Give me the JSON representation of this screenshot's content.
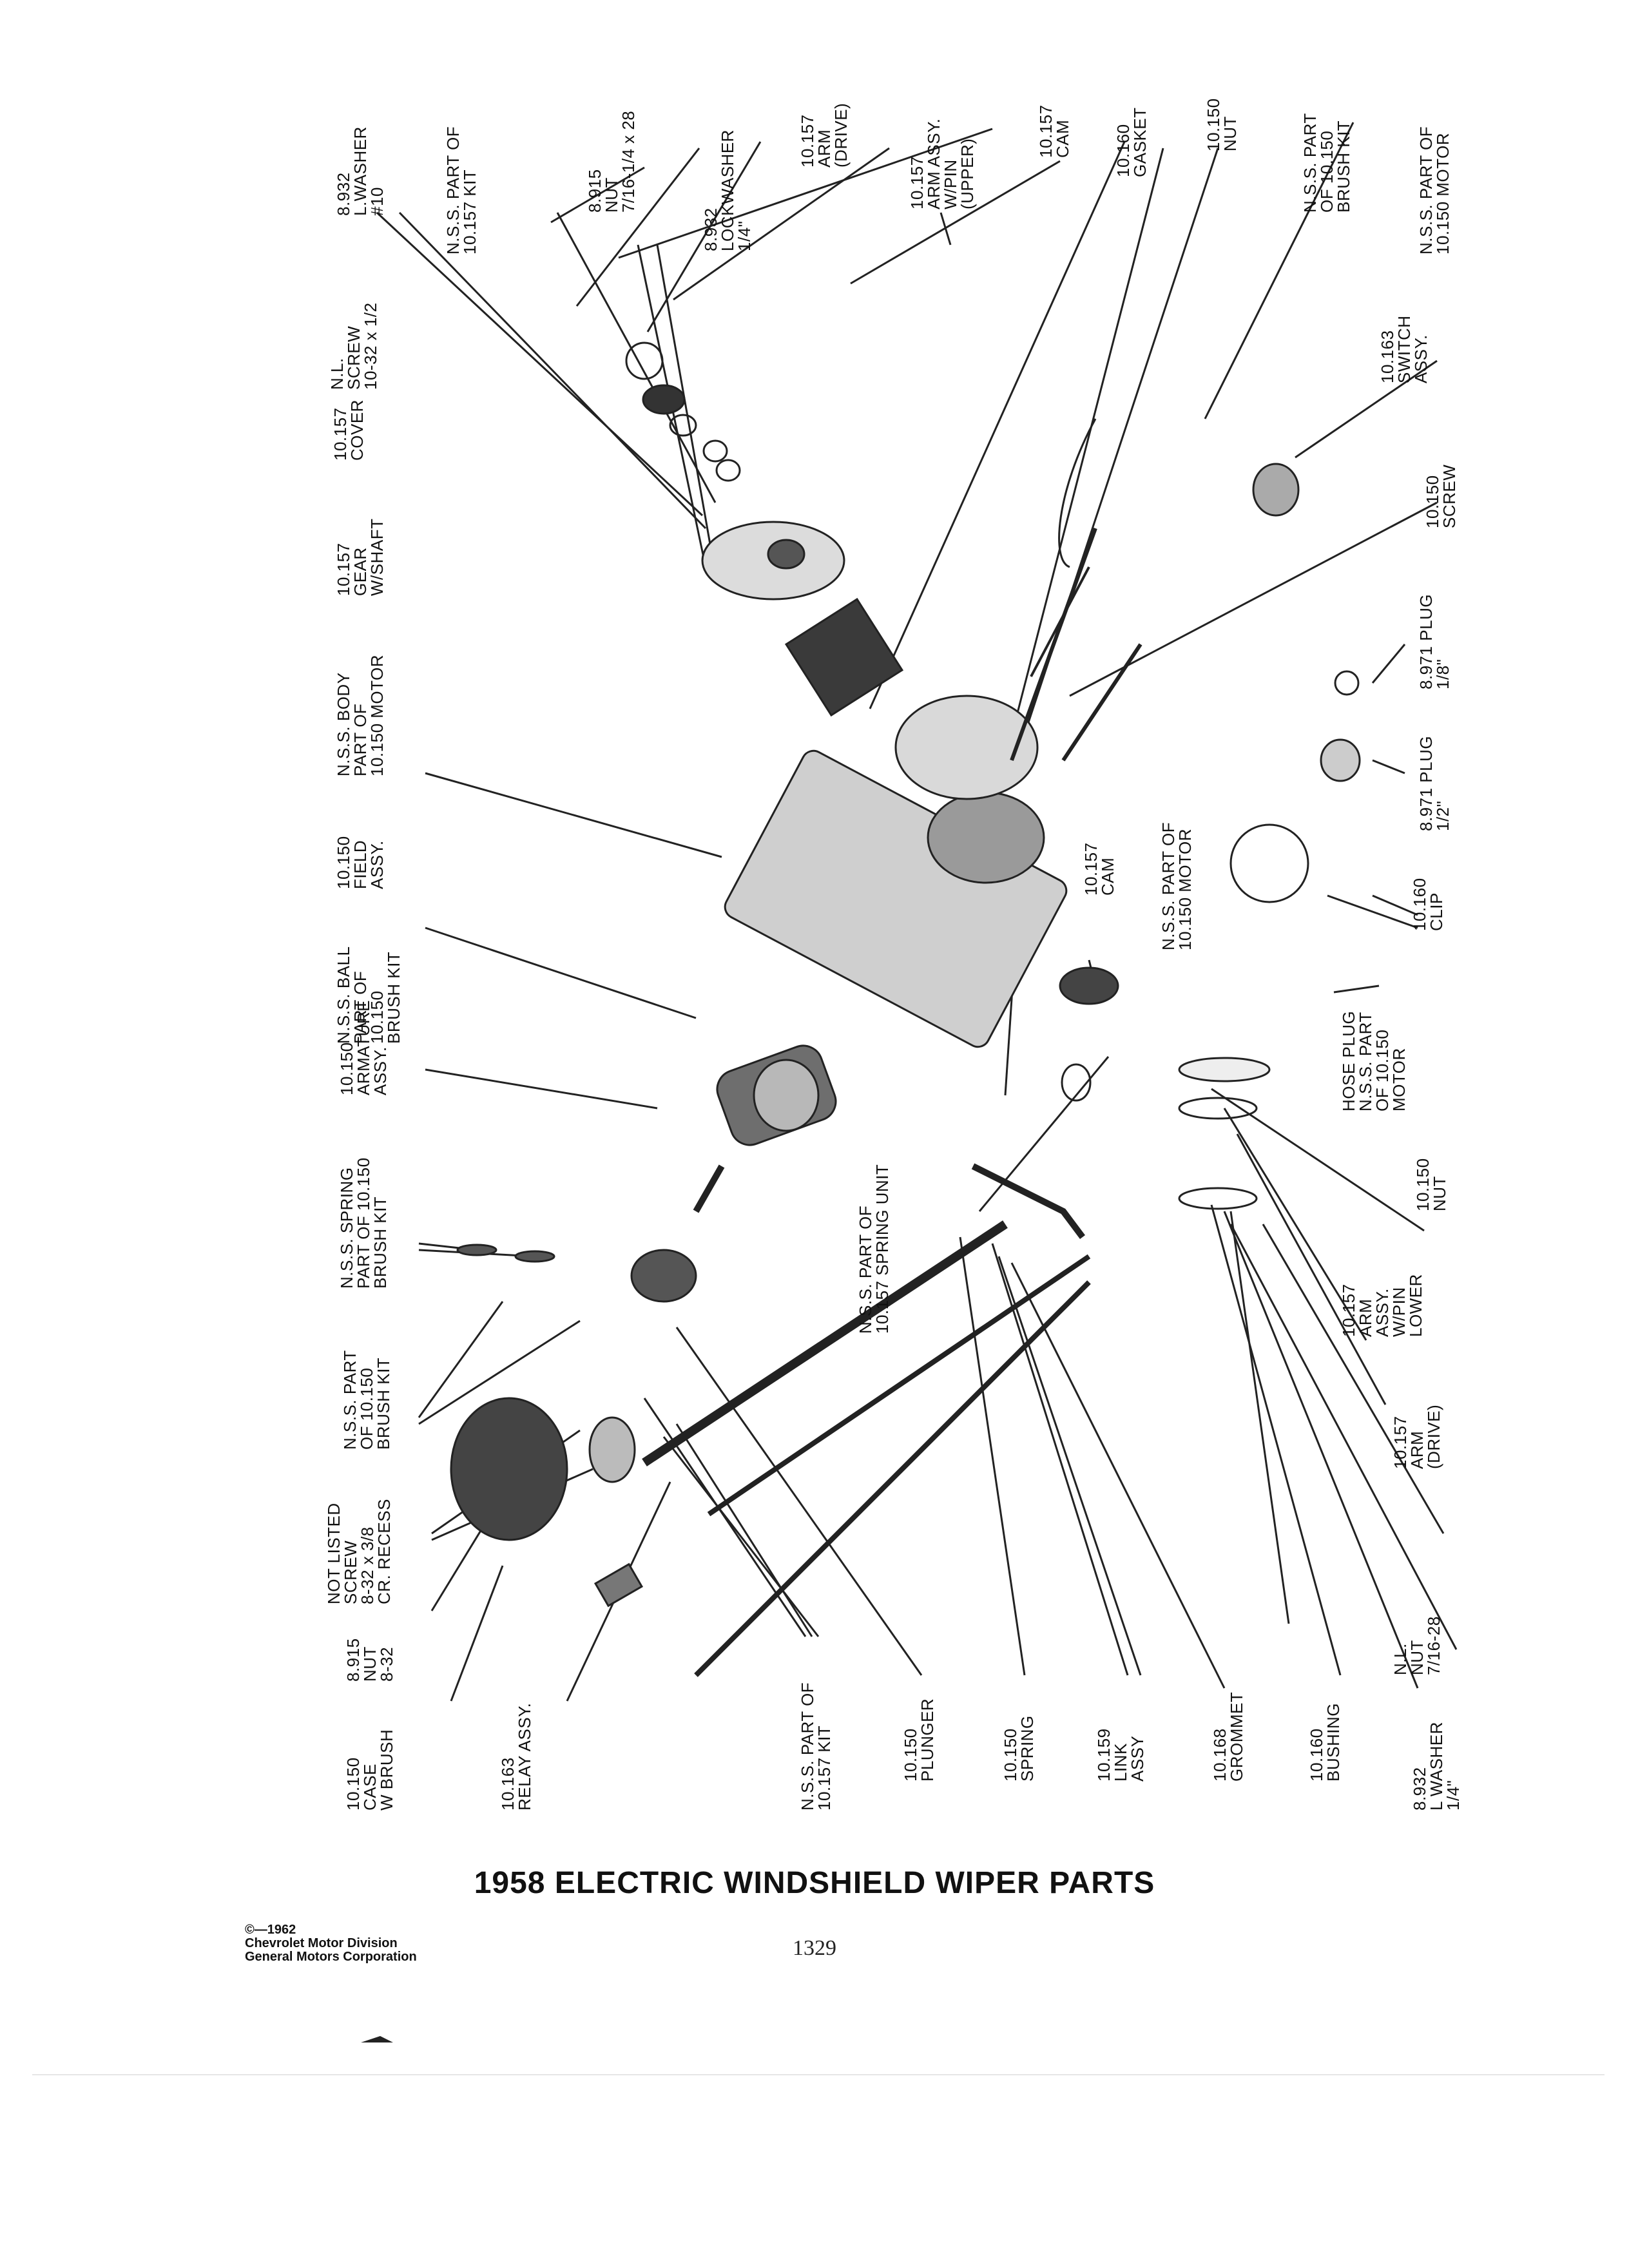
{
  "title": "1958 ELECTRIC WINDSHIELD WIPER PARTS",
  "page_number": "1329",
  "copyright": {
    "line1": "©—1962",
    "line2": "Chevrolet Motor Division",
    "line3": "General Motors Corporation"
  },
  "labels": {
    "washer_8932_10": [
      "8.932",
      "L.WASHER",
      "#10"
    ],
    "nss_kit_top": [
      "N.S.S. PART OF",
      "10.157 KIT"
    ],
    "nut_8915_716": [
      "8.915",
      "NUT",
      "7/16-1/4 x 28"
    ],
    "lockwasher_8932": [
      "8.932",
      "LOCKWASHER",
      "1/4\""
    ],
    "arm_drive_top": [
      "10.157",
      "ARM",
      "(DRIVE)"
    ],
    "arm_upper": [
      "10.157",
      "ARM ASSY.",
      "W/PIN",
      "(UPPER)"
    ],
    "cam_top": [
      "10.157",
      "CAM"
    ],
    "gasket": [
      "10.160",
      "GASKET"
    ],
    "nut_10150_top": [
      "10.150",
      "NUT"
    ],
    "nss_brush_right": [
      "N.S.S. PART",
      "OF 10.150",
      "BRUSH KIT"
    ],
    "nss_motor_right": [
      "N.S.S. PART OF",
      "10.150 MOTOR"
    ],
    "screw_nl": [
      "N.L.",
      "SCREW",
      "10-32 x 1/2"
    ],
    "switch": [
      "10.163",
      "SWITCH",
      "ASSY."
    ],
    "cover": [
      "10.157",
      "COVER"
    ],
    "gear": [
      "10.157",
      "GEAR",
      "W/SHAFT"
    ],
    "screw_10150": [
      "10.150",
      "SCREW"
    ],
    "plug_18": [
      "8.971 PLUG",
      "1/8\""
    ],
    "plug_12": [
      "8.971 PLUG",
      "1/2\""
    ],
    "body": [
      "N.S.S. BODY",
      "PART OF",
      "10.150 MOTOR"
    ],
    "field": [
      "10.150",
      "FIELD",
      "ASSY."
    ],
    "ball": [
      "N.S.S. BALL",
      "PART OF",
      "10.150",
      "BRUSH KIT"
    ],
    "cam_mid": [
      "10.157",
      "CAM"
    ],
    "nss_motor_mid": [
      "N.S.S. PART OF",
      "10.150 MOTOR"
    ],
    "clip": [
      "10.160",
      "CLIP"
    ],
    "armature": [
      "10.150",
      "ARMATURE",
      "ASSY."
    ],
    "hose_plug": [
      "HOSE PLUG",
      "N.S.S. PART",
      "OF 10.150",
      "MOTOR"
    ],
    "spring_nss": [
      "N.S.S. SPRING",
      "PART OF 10.150",
      "BRUSH KIT"
    ],
    "nss_spring_unit": [
      "N.S.S. PART OF",
      "10.157 SPRING UNIT"
    ],
    "nut_10150_mid": [
      "10.150",
      "NUT"
    ],
    "nss_brush_kit": [
      "N.S.S. PART",
      "OF 10.150",
      "BRUSH KIT"
    ],
    "arm_lower": [
      "10.157",
      "ARM",
      "ASSY.",
      "W/PIN",
      "LOWER"
    ],
    "arm_drive_bottom": [
      "10.157",
      "ARM",
      "(DRIVE)"
    ],
    "not_listed_screw": [
      "NOT LISTED",
      "SCREW",
      "8-32 x 3/8",
      "CR. RECESS"
    ],
    "nut_8915_832": [
      "8.915",
      "NUT",
      "8-32"
    ],
    "case_brush": [
      "10.150",
      "CASE",
      "W BRUSH"
    ],
    "relay": [
      "10.163",
      "RELAY ASSY."
    ],
    "nss_kit_bottom": [
      "N.S.S. PART OF",
      "10.157 KIT"
    ],
    "plunger": [
      "10.150",
      "PLUNGER"
    ],
    "spring_10150": [
      "10.150",
      "SPRING"
    ],
    "link": [
      "10.159",
      "LINK",
      "ASSY"
    ],
    "grommet": [
      "10.168",
      "GROMMET"
    ],
    "bushing": [
      "10.160",
      "BUSHING"
    ],
    "nut_nl": [
      "N.L.",
      "NUT",
      "7/16-28"
    ],
    "washer_8932_14": [
      "8.932",
      "L WASHER",
      "1/4\""
    ]
  }
}
